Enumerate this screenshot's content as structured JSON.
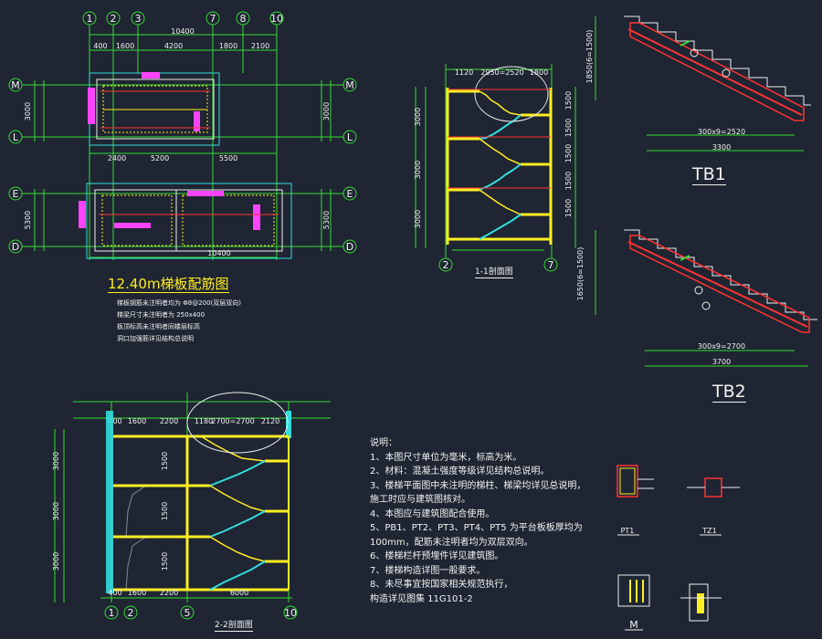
{
  "plan": {
    "title": "12.40m梯板配筋图",
    "notes": [
      "梯板钢筋未注明者均为 Φ8@200(双层双向)",
      "梯梁尺寸未注明者为 250x400",
      "板顶标高未注明者同楼层标高",
      "洞口加强筋详见结构总说明"
    ],
    "top_axes": [
      "1",
      "2",
      "3",
      "7",
      "8",
      "10"
    ],
    "top_dims": [
      "10400",
      "400",
      "1600",
      "4200",
      "1800",
      "2100"
    ],
    "upper_axes_left": [
      "M",
      "L"
    ],
    "upper_axes_right": [
      "M",
      "L"
    ],
    "upper_dims": [
      "3000",
      "3000",
      "2400",
      "5200",
      "5500"
    ],
    "lower_axes_left": [
      "E",
      "D"
    ],
    "lower_axes_right": [
      "E",
      "D"
    ],
    "lower_dims": [
      "5300",
      "5300",
      "10400"
    ]
  },
  "section11": {
    "label": "1-1剖面图",
    "axes": [
      "2",
      "7"
    ],
    "top_dims": [
      "1120",
      "2950=2520",
      "1800"
    ],
    "left_dims": [
      "3000",
      "3000",
      "3000"
    ],
    "right_dims": [
      "1500",
      "1500",
      "1500",
      "1500",
      "1500"
    ]
  },
  "section22": {
    "label": "2-2剖面图",
    "axes": [
      "1",
      "2",
      "5",
      "10"
    ],
    "top_dims": [
      "400",
      "1600",
      "2200",
      "1180",
      "2700=2700",
      "2120"
    ],
    "bottom_dims": [
      "400",
      "1600",
      "2200",
      "6000"
    ],
    "left_dims": [
      "3000",
      "3000",
      "3000"
    ],
    "mid_dims": [
      "1500",
      "1500",
      "1500"
    ]
  },
  "tb1": {
    "label": "TB1",
    "dims": [
      "300x9=2520",
      "3300"
    ],
    "height": "1850(6=1500)"
  },
  "tb2": {
    "label": "TB2",
    "dims": [
      "300x9=2700",
      "3700"
    ],
    "height": "1650(6=1500)"
  },
  "notes": [
    "说明：",
    "1、本图尺寸单位为毫米，标高为米。",
    "2、材料：混凝土强度等级详见结构总说明。",
    "3、楼梯平面图中未注明的梯柱、梯梁均详见总说明，",
    "   施工时应与建筑图核对。",
    "4、本图应与建筑图配合使用。",
    "5、PB1、PT2、PT3、PT4、PT5 为平台板板厚均为",
    "   100mm，配筋未注明者均为双层双向。",
    "6、楼梯栏杆预埋件详见建筑图。",
    "7、楼梯构造详图一般要求。",
    "8、未尽事宜按国家相关规范执行，",
    "   构造详见图集 11G101-2"
  ],
  "details": {
    "d1": "PT1",
    "d2": "TZ1",
    "d3": "M"
  }
}
